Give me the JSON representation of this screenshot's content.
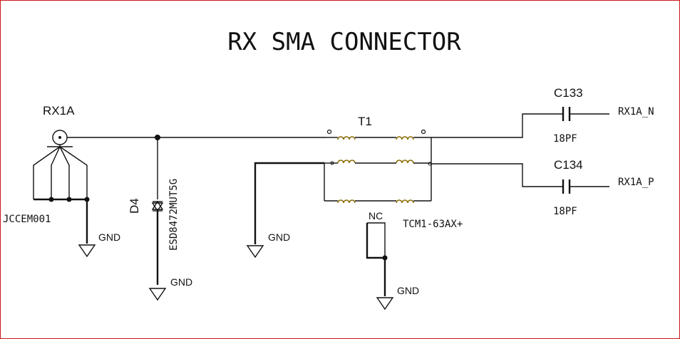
{
  "title": "RX SMA CONNECTOR",
  "connector": {
    "ref": "RX1A",
    "part": "JCCEM001"
  },
  "diode": {
    "ref": "D4",
    "part": "ESD8472MUT5G"
  },
  "transformer": {
    "ref": "T1",
    "part": "TCM1-63AX+"
  },
  "nc_label": "NC",
  "capacitors": [
    {
      "ref": "C133",
      "value": "18PF",
      "net": "RX1A_N"
    },
    {
      "ref": "C134",
      "value": "18PF",
      "net": "RX1A_P"
    }
  ],
  "gnd_label": "GND",
  "colors": {
    "frame": "#cc2222",
    "wire": "#111111",
    "coil": "#8a6a00"
  }
}
